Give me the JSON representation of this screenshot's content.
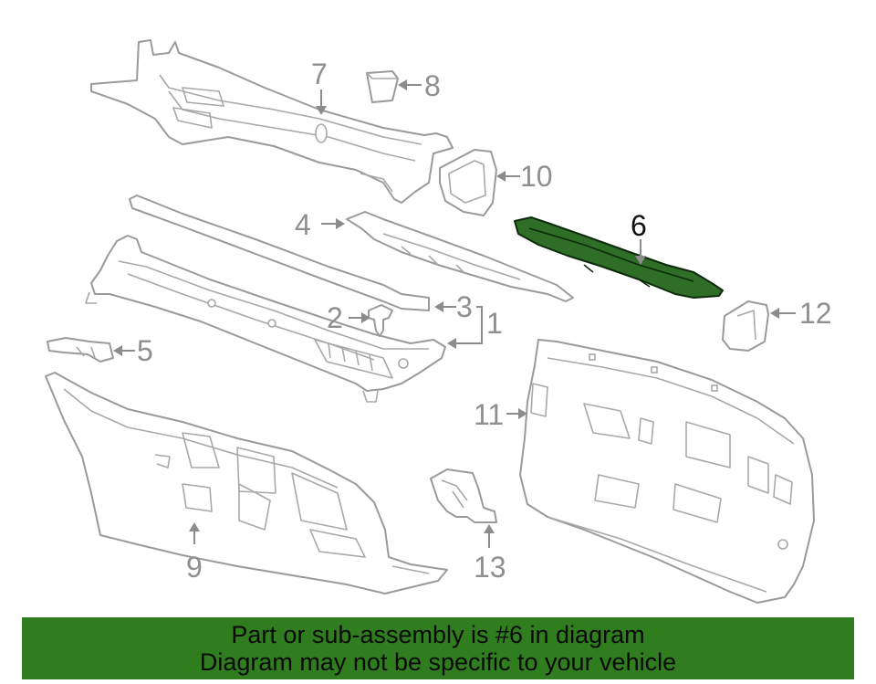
{
  "callouts": {
    "c1": "1",
    "c2": "2",
    "c3": "3",
    "c4": "4",
    "c5": "5",
    "c6": "6",
    "c7": "7",
    "c8": "8",
    "c9": "9",
    "c10": "10",
    "c11": "11",
    "c12": "12",
    "c13": "13"
  },
  "highlight_color": "#2e6e26",
  "banner": {
    "line1": "Part or sub-assembly is #6 in diagram",
    "line2": "Diagram may not be specific to your vehicle",
    "background": "#2f7d1f"
  }
}
